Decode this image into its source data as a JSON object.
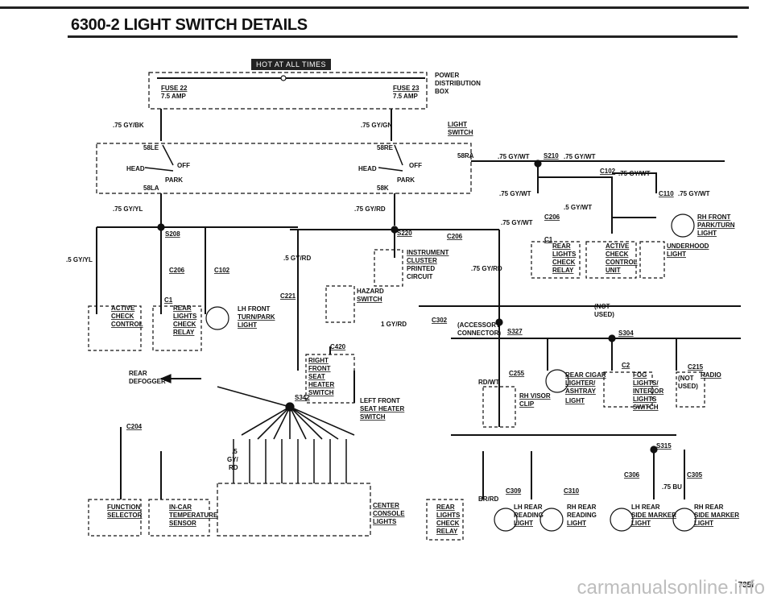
{
  "header": {
    "page_title": "6300-2  LIGHT SWITCH DETAILS",
    "hot_badge": "HOT AT ALL TIMES"
  },
  "page_number": "735i",
  "watermark": "carmanualsonline.info",
  "labels": {
    "power_box": [
      "POWER",
      "DISTRIBUTION",
      "BOX"
    ],
    "fuse22": [
      "FUSE 22",
      "7.5 AMP"
    ],
    "fuse23": [
      "FUSE 23",
      "7.5 AMP"
    ],
    "light_switch": [
      "LIGHT",
      "SWITCH"
    ],
    "w_75_gy_bk": ".75 GY/BK",
    "w_75_gy_gn": ".75 GY/GN",
    "w_75_gy_yl_a": ".75 GY/YL",
    "w_75_gy_rd_a": ".75 GY/RD",
    "w_75_gy_wt_a": ".75 GY/WT",
    "w_75_gy_wt_b": ".75 GY/WT",
    "w_75_gy_wt_c": ".75 GY/WT",
    "w_75_gy_wt_d": ".75 GY/WT",
    "w_75_gy_wt_e": ".75 GY/WT",
    "w_75_gy_wt_f": ".75 GY/WT",
    "w_5_gy_wt": ".5 GY/WT",
    "sw_58le": "58LE",
    "sw_58re": "58RE",
    "sw_58ra": "58RA",
    "sw_58la": "58LA",
    "sw_58k": "58K",
    "sw_head_l": "HEAD",
    "sw_off_l": "OFF",
    "sw_park_l": "PARK",
    "sw_head_r": "HEAD",
    "sw_off_r": "OFF",
    "sw_park_r": "PARK",
    "s210": "S210",
    "c102_top": "C102",
    "c110": "C110",
    "c206_mid": "C206",
    "rh_front": [
      "RH FRONT",
      "PARK/TURN",
      "LIGHT"
    ],
    "s208": "S208",
    "s220": "S220",
    "c206_b": "C206",
    "c206_c": "C206",
    "c102_b": "C102",
    "c1_a": "C1",
    "c1_b": "C1",
    "instrument": [
      "INSTRUMENT",
      "CLUSTER",
      "PRINTED",
      "CIRCUIT"
    ],
    "reg_lights_check": [
      "REAR",
      "LIGHTS",
      "CHECK",
      "RELAY"
    ],
    "active_check": [
      "ACTIVE",
      "CHECK",
      "CONTROL",
      "UNIT"
    ],
    "underhood": [
      "UNDERHOOD",
      "LIGHT"
    ],
    "active_check_l": [
      "ACTIVE",
      "CHECK",
      "CONTROL"
    ],
    "rear_lights_l": [
      "REAR",
      "LIGHTS",
      "CHECK",
      "RELAY"
    ],
    "lh_front": [
      "LH FRONT",
      "TURN/PARK",
      "LIGHT"
    ],
    "hazard": [
      "HAZARD",
      "SWITCH"
    ],
    "c221": "C221",
    "c302": "C302",
    "accessory": [
      "(ACCESSORY",
      "CONNECTOR)"
    ],
    "s327": "S327",
    "not_used": [
      "(NOT",
      "USED)"
    ],
    "s304": "S304",
    "c420": "C420",
    "right_front_seat": [
      "RIGHT",
      "FRONT",
      "SEAT",
      "HEATER",
      "SWITCH"
    ],
    "left_front_seat": [
      "LEFT FRONT",
      "SEAT HEATER",
      "SWITCH"
    ],
    "rear_defogger": [
      "REAR",
      "DEFOGGER"
    ],
    "s342": "S342",
    "c255": "C255",
    "rd_wt": "RD/WT",
    "c2": "C2",
    "c215": "C215",
    "rear_cigar": [
      "REAR CIGAR",
      "LIGHTER/",
      "ASHTRAY"
    ],
    "fog": [
      "FOG",
      "LIGHTS/",
      "INTERIOR",
      "LIGHTS",
      "SWITCH"
    ],
    "radio": "RADIO",
    "not_used2": [
      "(NOT",
      "USED)"
    ],
    "rh_visor": [
      "RH VISOR",
      "CLIP"
    ],
    "light_small": "LIGHT",
    "c204": "C204",
    "function_sel": [
      "FUNCTION",
      "SELECTOR"
    ],
    "in_car": [
      "IN-CAR",
      "TEMPERATURE",
      "SENSOR"
    ],
    "center_console": [
      "CENTER",
      "CONSOLE",
      "LIGHTS"
    ],
    "rear_lights_check2": [
      "REAR",
      "LIGHTS",
      "CHECK",
      "RELAY"
    ],
    "s315": "S315",
    "c309": "C309",
    "c310": "C310",
    "c306": "C306",
    "c305": "C305",
    "br_rd": "BR/RD",
    "lh_rear_reading": [
      "LH REAR",
      "READING",
      "LIGHT"
    ],
    "rh_rear_reading": [
      "RH REAR",
      "READING",
      "LIGHT"
    ],
    "lh_rear_side": [
      "LH REAR",
      "SIDE MARKER",
      "LIGHT"
    ],
    "rh_rear_side": [
      "RH REAR",
      "SIDE MARKER",
      "LIGHT"
    ],
    "w_5_gy_rd": ".5 GY/RD",
    "w_75_gy_rd": ".75 GY/RD",
    "w_5_gy_yl": ".5 GY/YL",
    "w_1_gy_rd": "1 GY/RD",
    "w_75_bu": ".75 BU",
    "bundle_gy": "GY/",
    "bundle_rd": "RD",
    "bundle_5": ".5"
  }
}
